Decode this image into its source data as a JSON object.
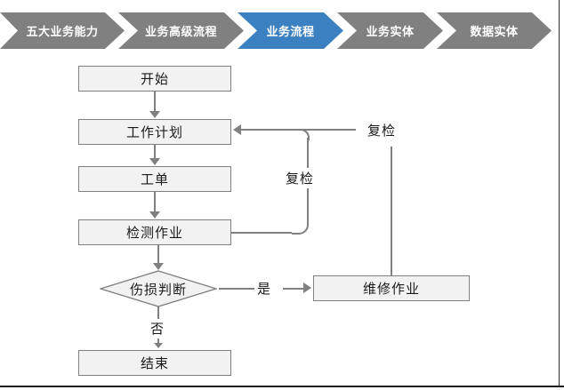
{
  "breadcrumb": {
    "active_color": "#3b80c0",
    "inactive_color": "#808080",
    "items": [
      {
        "label": "五大业务能力",
        "state": "inactive"
      },
      {
        "label": "业务高级流程",
        "state": "inactive"
      },
      {
        "label": "业务流程",
        "state": "active"
      },
      {
        "label": "业务实体",
        "state": "inactive"
      },
      {
        "label": "数据实体",
        "state": "inactive"
      }
    ]
  },
  "flowchart": {
    "node_fill": "#f2f2f2",
    "node_border": "#808080",
    "connector_color": "#808080",
    "nodes": [
      {
        "id": "start",
        "label": "开始",
        "shape": "process"
      },
      {
        "id": "work_plan",
        "label": "工作计划",
        "shape": "process"
      },
      {
        "id": "work_order",
        "label": "工单",
        "shape": "process"
      },
      {
        "id": "inspection",
        "label": "检测作业",
        "shape": "process"
      },
      {
        "id": "decision",
        "label": "伤损判断",
        "shape": "decision"
      },
      {
        "id": "repair",
        "label": "维修作业",
        "shape": "process"
      },
      {
        "id": "end",
        "label": "结束",
        "shape": "process"
      }
    ],
    "edge_labels": {
      "recheck_from_inspection": "复检",
      "recheck_from_repair": "复检",
      "decision_yes": "是",
      "decision_no": "否"
    }
  }
}
